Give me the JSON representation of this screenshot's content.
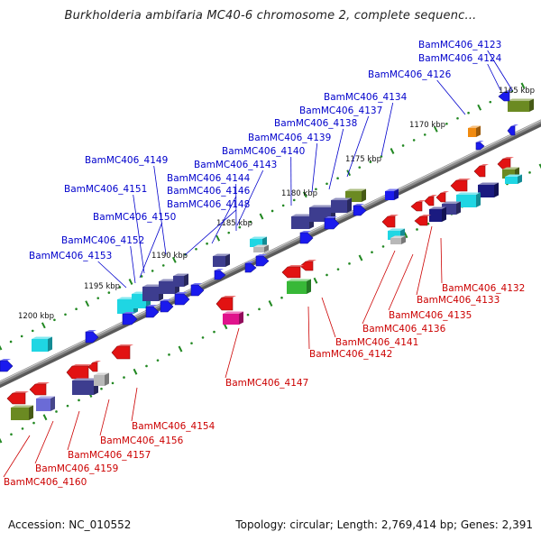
{
  "title": "Burkholderia ambifaria MC40-6 chromosome 2, complete sequenc...",
  "footer": {
    "accession": "Accession: NC_010552",
    "summary": "Topology: circular; Length: 2,769,414 bp; Genes: 2,391"
  },
  "colors": {
    "backbone": "#8c8c8c",
    "upper_label": "#0000cc",
    "lower_label": "#cc0000",
    "tick_dot": "#228822",
    "feature_red": "#e21212",
    "feature_blue": "#1a1aee",
    "feature_navy": "#1a1a80",
    "feature_slate": "#3d3d8f",
    "feature_lavender": "#6b6bd6",
    "feature_cyan": "#1fd6e3",
    "feature_olive": "#6b8a22",
    "feature_green": "#38b838",
    "feature_magenta": "#e0138c",
    "feature_orange": "#f08a10",
    "feature_gray": "#b8b8b8"
  },
  "kbp_ticks": [
    "1165 kbp",
    "1170 kbp",
    "1175 kbp",
    "1180 kbp",
    "1185 kbp",
    "1190 kbp",
    "1195 kbp",
    "1200 kbp"
  ],
  "upper_labels": [
    "BamMC406_4123",
    "BamMC406_4124",
    "BamMC406_4126",
    "BamMC406_4134",
    "BamMC406_4137",
    "BamMC406_4138",
    "BamMC406_4139",
    "BamMC406_4140",
    "BamMC406_4143",
    "BamMC406_4144",
    "BamMC406_4146",
    "BamMC406_4148",
    "BamMC406_4149",
    "BamMC406_4151",
    "BamMC406_4150",
    "BamMC406_4152",
    "BamMC406_4153"
  ],
  "lower_labels": [
    "BamMC406_4132",
    "BamMC406_4133",
    "BamMC406_4135",
    "BamMC406_4136",
    "BamMC406_4141",
    "BamMC406_4142",
    "BamMC406_4147",
    "BamMC406_4154",
    "BamMC406_4156",
    "BamMC406_4157",
    "BamMC406_4159",
    "BamMC406_4160"
  ]
}
